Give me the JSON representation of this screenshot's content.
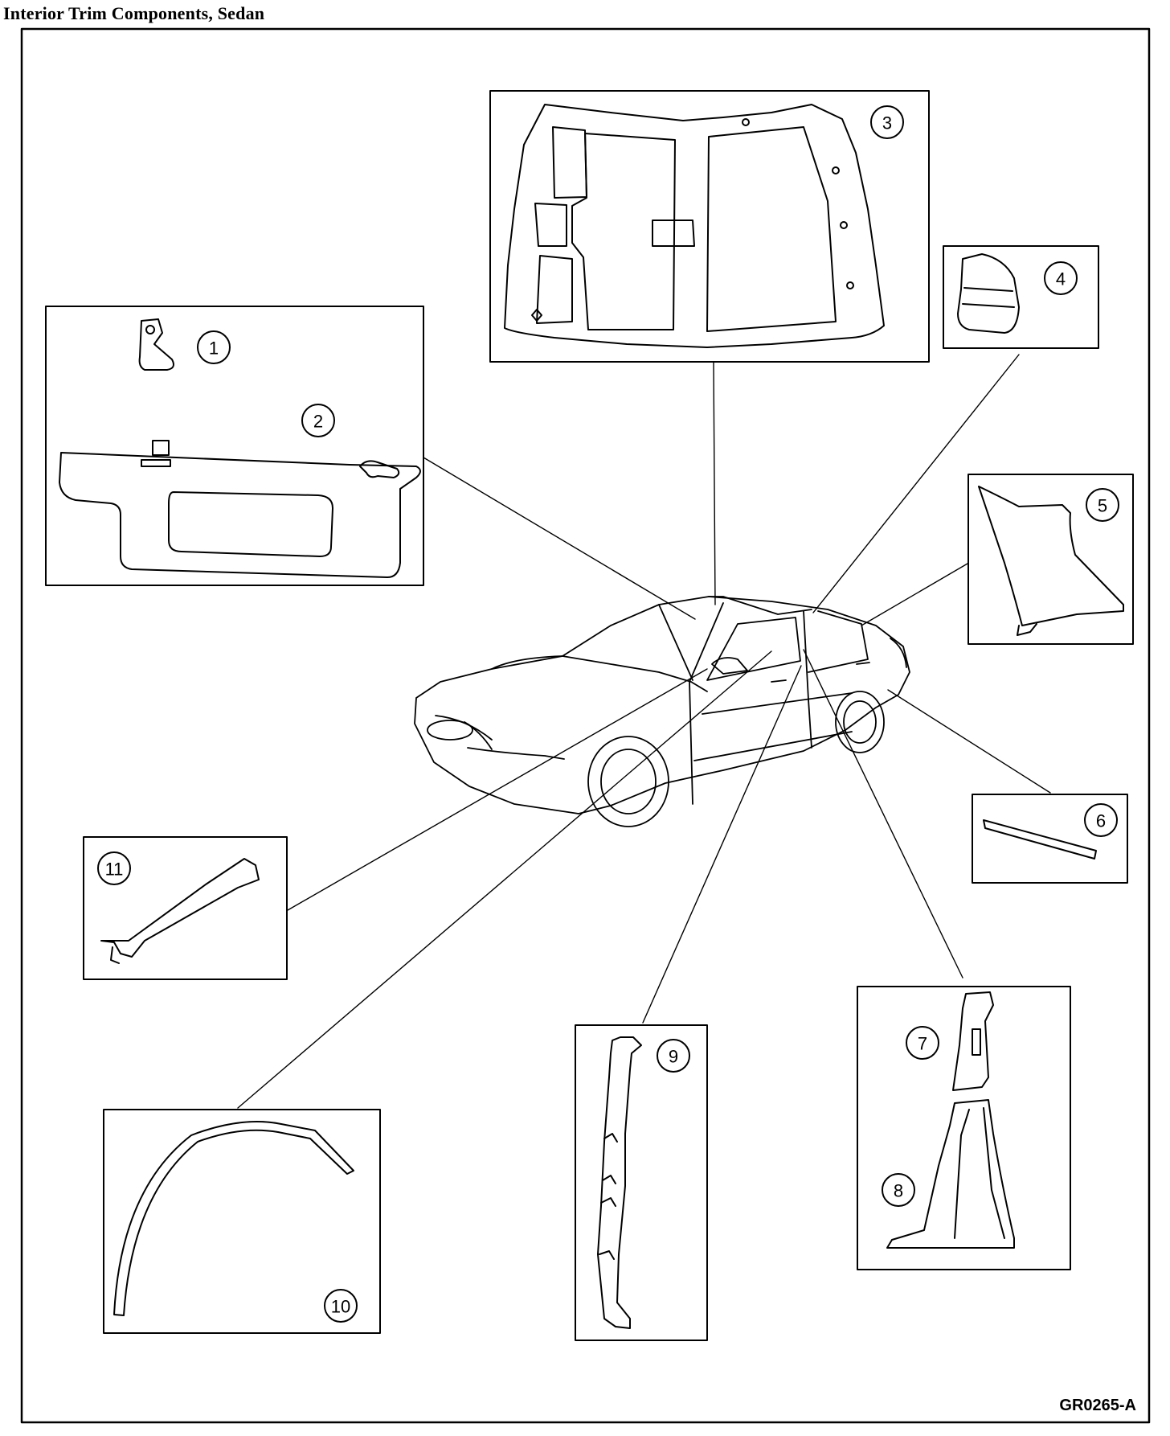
{
  "title": "Interior Trim Components, Sedan",
  "figure_code": "GR0265-A",
  "callouts": [
    "1",
    "2",
    "3",
    "4",
    "5",
    "6",
    "7",
    "8",
    "9",
    "10",
    "11"
  ],
  "colors": {
    "line": "#000000",
    "background": "#ffffff"
  }
}
